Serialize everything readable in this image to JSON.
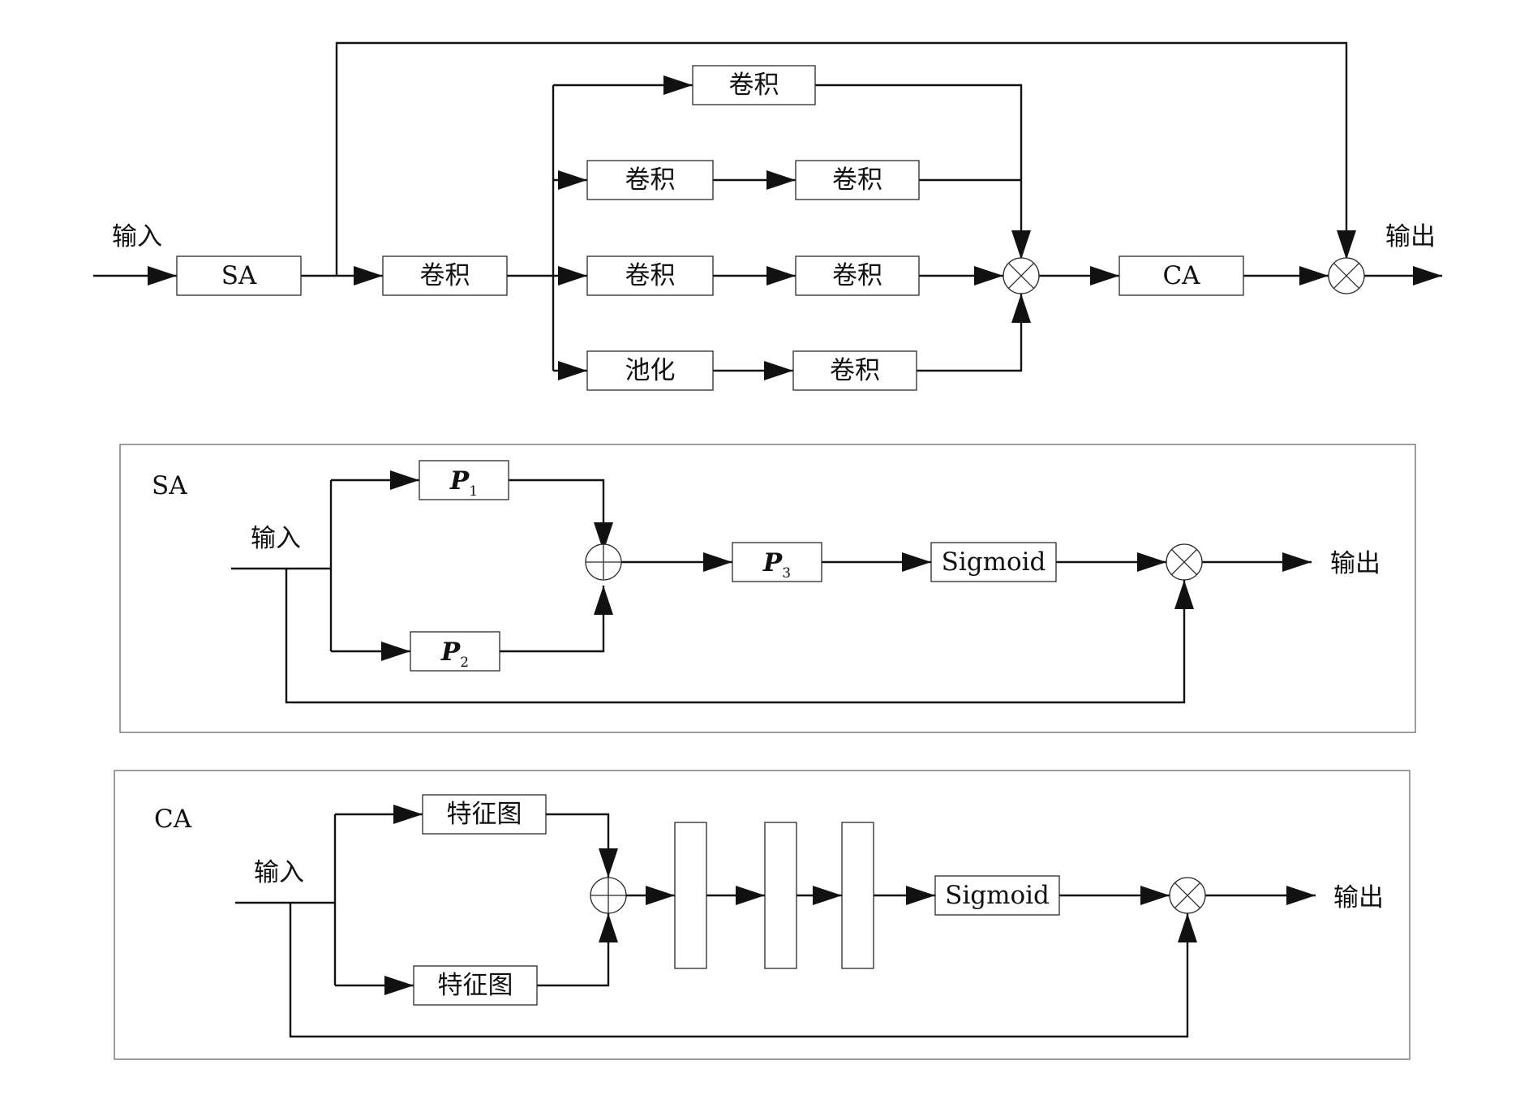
{
  "main": {
    "input_label": "输入",
    "output_label": "输出",
    "sa_box": "SA",
    "conv_first": "卷积",
    "branch1_conv": "卷积",
    "branch2_conv_a": "卷积",
    "branch2_conv_b": "卷积",
    "branch3_conv_a": "卷积",
    "branch3_conv_b": "卷积",
    "branch4_pool": "池化",
    "branch4_conv": "卷积",
    "ca_box": "CA"
  },
  "sa_panel": {
    "title": "SA",
    "input_label": "输入",
    "output_label": "输出",
    "p1": "P",
    "p1_sub": "1",
    "p2": "P",
    "p2_sub": "2",
    "p3": "P",
    "p3_sub": "3",
    "sigmoid": "Sigmoid"
  },
  "ca_panel": {
    "title": "CA",
    "input_label": "输入",
    "output_label": "输出",
    "feature_map_top": "特征图",
    "feature_map_bottom": "特征图",
    "sigmoid": "Sigmoid"
  },
  "colors": {
    "line": "#111111",
    "box_border": "#2a2a2a",
    "frame_border": "#6a6a6a",
    "background": "#ffffff"
  },
  "symbols": {
    "multiply": "circle-times-icon",
    "add": "circle-plus-icon"
  }
}
